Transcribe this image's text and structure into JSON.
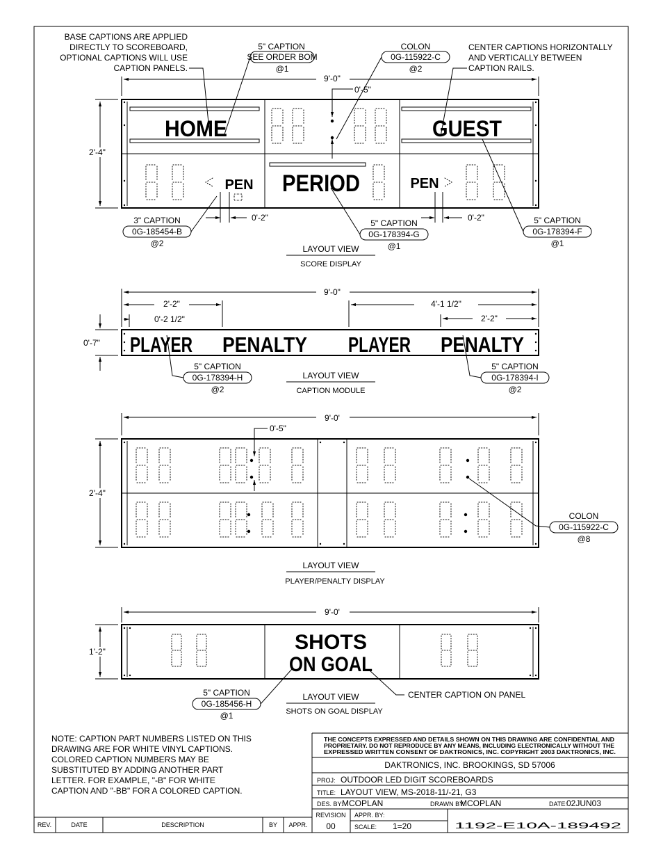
{
  "notes": {
    "base_caption": [
      "BASE CAPTIONS ARE APPLIED",
      "DIRECTLY TO SCOREBOARD,",
      "OPTIONAL CAPTIONS WILL USE",
      "CAPTION PANELS."
    ],
    "center_captions": [
      "CENTER CAPTIONS HORIZONTALLY",
      "AND VERTICALLY BETWEEN",
      "CAPTION RAILS."
    ],
    "center_on_panel": "CENTER CAPTION ON PANEL",
    "part_numbers": [
      "NOTE: CAPTION PART NUMBERS LISTED ON THIS",
      "DRAWING ARE FOR WHITE VINYL CAPTIONS.",
      "COLORED CAPTION NUMBERS MAY BE",
      "SUBSTITUTED BY ADDING ANOTHER PART",
      "LETTER.  FOR EXAMPLE, \"-B\" FOR WHITE",
      "CAPTION AND \"-BB\" FOR A COLORED CAPTION."
    ]
  },
  "callouts": {
    "c5_see": {
      "caption": "5\" CAPTION",
      "part": "SEE ORDER BOM",
      "qty": "@1"
    },
    "colon_top": {
      "caption": "COLON",
      "part": "0G-115922-C",
      "qty": "@2"
    },
    "c3_pen": {
      "caption": "3\" CAPTION",
      "part": "0G-185454-B",
      "qty": "@2"
    },
    "c5_period": {
      "caption": "5\" CAPTION",
      "part": "0G-178394-G",
      "qty": "@1"
    },
    "c5_guest": {
      "caption": "5\" CAPTION",
      "part": "0G-178394-F",
      "qty": "@1"
    },
    "c5_player": {
      "caption": "5\" CAPTION",
      "part": "0G-178394-H",
      "qty": "@2"
    },
    "c5_penalty": {
      "caption": "5\" CAPTION",
      "part": "0G-178394-I",
      "qty": "@2"
    },
    "colon_pp": {
      "caption": "COLON",
      "part": "0G-115922-C",
      "qty": "@8"
    },
    "c5_shots": {
      "caption": "5\" CAPTION",
      "part": "0G-185456-H",
      "qty": "@1"
    }
  },
  "dims": {
    "w9_0a": "9'-0\"",
    "w0_5a": "0'-5\"",
    "h2_4a": "2'-4\"",
    "w0_2a": "0'-2\"",
    "w0_2b": "0'-2\"",
    "w9_0b": "9'-0\"",
    "w2_2a": "2'-2\"",
    "w0_2_5": "0'-2 1/2\"",
    "w4_1_5": "4'-1 1/2\"",
    "w2_2b": "2'-2\"",
    "h0_7": "0'-7\"",
    "w9_0c": "9'-0'",
    "w0_5b": "0'-5\"",
    "h2_4b": "2'-4\"",
    "w9_0d": "9'-0'",
    "h1_2": "1'-2\""
  },
  "captions": {
    "home": "HOME",
    "guest": "GUEST",
    "pen": "PEN",
    "period": "PERIOD",
    "player": "PLAYER",
    "penalty": "PENALTY",
    "shots1": "SHOTS",
    "shots2": "ON GOAL"
  },
  "views": {
    "score": {
      "title": "LAYOUT VIEW",
      "sub": "SCORE DISPLAY"
    },
    "caption": {
      "title": "LAYOUT VIEW",
      "sub": "CAPTION MODULE"
    },
    "player": {
      "title": "LAYOUT VIEW",
      "sub": "PLAYER/PENALTY DISPLAY"
    },
    "shots": {
      "title": "LAYOUT VIEW",
      "sub": "SHOTS ON GOAL DISPLAY"
    }
  },
  "title_block": {
    "confidential": [
      "THE CONCEPTS EXPRESSED AND DETAILS SHOWN ON THIS DRAWING ARE CONFIDENTIAL AND",
      "PROPRIETARY.  DO NOT REPRODUCE BY ANY MEANS, INCLUDING ELECTRONICALLY WITHOUT THE",
      "EXPRESSED WRITTEN CONSENT OF DAKTRONICS, INC.        COPYRIGHT 2003 DAKTRONICS, INC."
    ],
    "company": "DAKTRONICS, INC.   BROOKINGS, SD 57006",
    "proj_label": "PROJ:",
    "proj": "OUTDOOR LED DIGIT SCOREBOARDS",
    "title_label": "TITLE:",
    "title": "LAYOUT VIEW, MS-2018-11/-21, G3",
    "des_label": "DES. BY:",
    "des": "MCOPLAN",
    "drawn_label": "DRAWN BY:",
    "drawn": "MCOPLAN",
    "date_label": "DATE:",
    "date": "02JUN03",
    "revision_label": "REVISION",
    "revision": "00",
    "appr_label": "APPR. BY:",
    "scale_label": "SCALE:",
    "scale": "1=20",
    "drawing_number": "1192-E10A-189492"
  },
  "rev_table": {
    "headers": [
      "REV.",
      "DATE",
      "DESCRIPTION",
      "BY",
      "APPR."
    ]
  }
}
